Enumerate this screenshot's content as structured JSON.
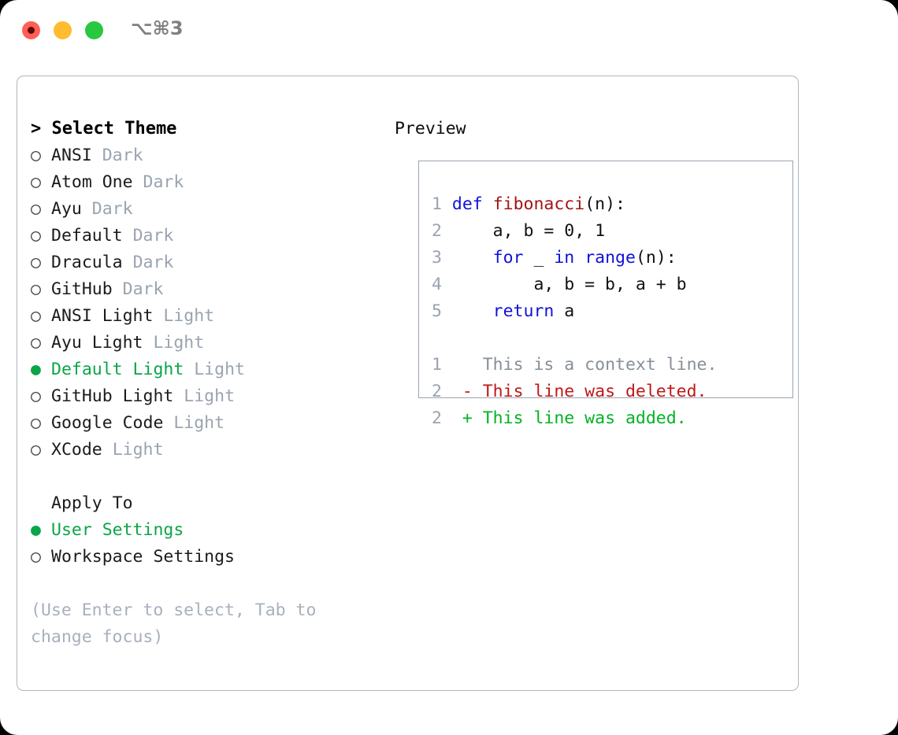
{
  "window": {
    "shortcut_label": "⌥⌘3",
    "traffic_lights": {
      "close": "close-button",
      "minimize": "minimize-button",
      "maximize": "maximize-button",
      "close_color": "#ff5f57",
      "minimize_color": "#febc2e",
      "maximize_color": "#28c840"
    }
  },
  "theme_picker": {
    "header": "> Select Theme",
    "bullet_unselected": "○",
    "bullet_selected": "●",
    "items": [
      {
        "name": "ANSI",
        "variant": "Dark",
        "selected": false
      },
      {
        "name": "Atom One",
        "variant": "Dark",
        "selected": false
      },
      {
        "name": "Ayu",
        "variant": "Dark",
        "selected": false
      },
      {
        "name": "Default",
        "variant": "Dark",
        "selected": false
      },
      {
        "name": "Dracula",
        "variant": "Dark",
        "selected": false
      },
      {
        "name": "GitHub",
        "variant": "Dark",
        "selected": false
      },
      {
        "name": "ANSI Light",
        "variant": "Light",
        "selected": false
      },
      {
        "name": "Ayu Light",
        "variant": "Light",
        "selected": false
      },
      {
        "name": "Default Light",
        "variant": "Light",
        "selected": true
      },
      {
        "name": "GitHub Light",
        "variant": "Light",
        "selected": false
      },
      {
        "name": "Google Code",
        "variant": "Light",
        "selected": false
      },
      {
        "name": "XCode",
        "variant": "Light",
        "selected": false
      }
    ]
  },
  "apply_to": {
    "header": "Apply To",
    "options": [
      {
        "name": "User Settings",
        "selected": true
      },
      {
        "name": "Workspace Settings",
        "selected": false
      }
    ]
  },
  "hint": "(Use Enter to select, Tab to change focus)",
  "preview": {
    "title": "Preview",
    "code_lines": [
      {
        "num": "1",
        "indent": "",
        "tokens": [
          {
            "text": "def",
            "kind": "kw"
          },
          {
            "text": " ",
            "kind": "plain"
          },
          {
            "text": "fibonacci",
            "kind": "fn"
          },
          {
            "text": "(n):",
            "kind": "plain"
          }
        ]
      },
      {
        "num": "2",
        "indent": "    ",
        "tokens": [
          {
            "text": "a, b = 0, 1",
            "kind": "plain"
          }
        ]
      },
      {
        "num": "3",
        "indent": "    ",
        "tokens": [
          {
            "text": "for",
            "kind": "kw"
          },
          {
            "text": " _ ",
            "kind": "plain"
          },
          {
            "text": "in",
            "kind": "kw"
          },
          {
            "text": " ",
            "kind": "plain"
          },
          {
            "text": "range",
            "kind": "kw"
          },
          {
            "text": "(n):",
            "kind": "plain"
          }
        ]
      },
      {
        "num": "4",
        "indent": "        ",
        "tokens": [
          {
            "text": "a, b = b, a + b",
            "kind": "plain"
          }
        ]
      },
      {
        "num": "5",
        "indent": "    ",
        "tokens": [
          {
            "text": "return",
            "kind": "kw"
          },
          {
            "text": " a",
            "kind": "plain"
          }
        ]
      }
    ],
    "diff_lines": [
      {
        "num": "1",
        "marker": "  ",
        "text": "This is a context line.",
        "kind": "ctx"
      },
      {
        "num": "2",
        "marker": "- ",
        "text": "This line was deleted.",
        "kind": "del"
      },
      {
        "num": "2",
        "marker": "+ ",
        "text": "This line was added.",
        "kind": "add"
      }
    ]
  },
  "colors": {
    "selected_green": "#0aa547",
    "tag_gray": "#9aa3b0",
    "hint_gray": "#a8b0bd",
    "keyword_blue": "#1111d8",
    "function_red": "#a31414",
    "diff_add_green": "#00b324",
    "diff_del_red": "#c01818",
    "panel_border": "#aeb6c2",
    "preview_border": "#9aa5b1"
  }
}
